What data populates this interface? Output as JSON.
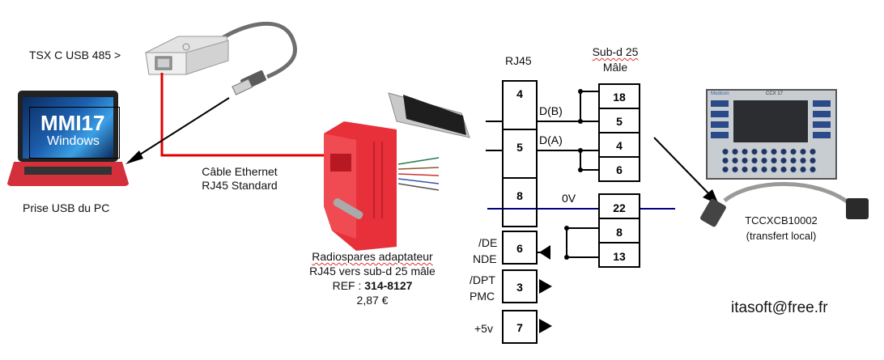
{
  "left": {
    "usb_adapter_label": "TSX C USB 485 >",
    "laptop_screen_title": "MMI17",
    "laptop_screen_subtitle": "Windows",
    "laptop_caption": "Prise USB du PC",
    "cable_label_line1": "Câble Ethernet",
    "cable_label_line2": "RJ45  Standard"
  },
  "adapter": {
    "line1": "Radiospares adaptateur",
    "line2": "RJ45 vers sub-d 25 mâle",
    "ref_prefix": "REF : ",
    "ref_value": "314-8127",
    "price": "2,87 €"
  },
  "schematic": {
    "rj45_title": "RJ45",
    "subd_title_line1": "Sub-d 25",
    "subd_title_line2": "Mâle",
    "rj45_pins": [
      "4",
      "5",
      "8"
    ],
    "extra_pins": [
      {
        "pin": "6",
        "label1": "/DE",
        "label2": "NDE",
        "arrow": "in"
      },
      {
        "pin": "3",
        "label1": "/DPT",
        "label2": "PMC",
        "arrow": "out"
      },
      {
        "pin": "7",
        "label1": "+5v",
        "label2": "",
        "arrow": "out"
      }
    ],
    "subd_group1": [
      "18",
      "5",
      "4",
      "6"
    ],
    "subd_group2": [
      "22",
      "8",
      "13"
    ],
    "signal_db": "D(B)",
    "signal_da": "D(A)",
    "signal_0v": "0V",
    "colors": {
      "ground_line": "#000080",
      "red_cable": "#e00000",
      "wire": "#000000"
    }
  },
  "right": {
    "hmi_brand": "Modicon",
    "hmi_model": "CCX 17",
    "cable_ref": "TCCXCB10002",
    "cable_note": "(transfert local)",
    "email": "itasoft@free.fr"
  }
}
